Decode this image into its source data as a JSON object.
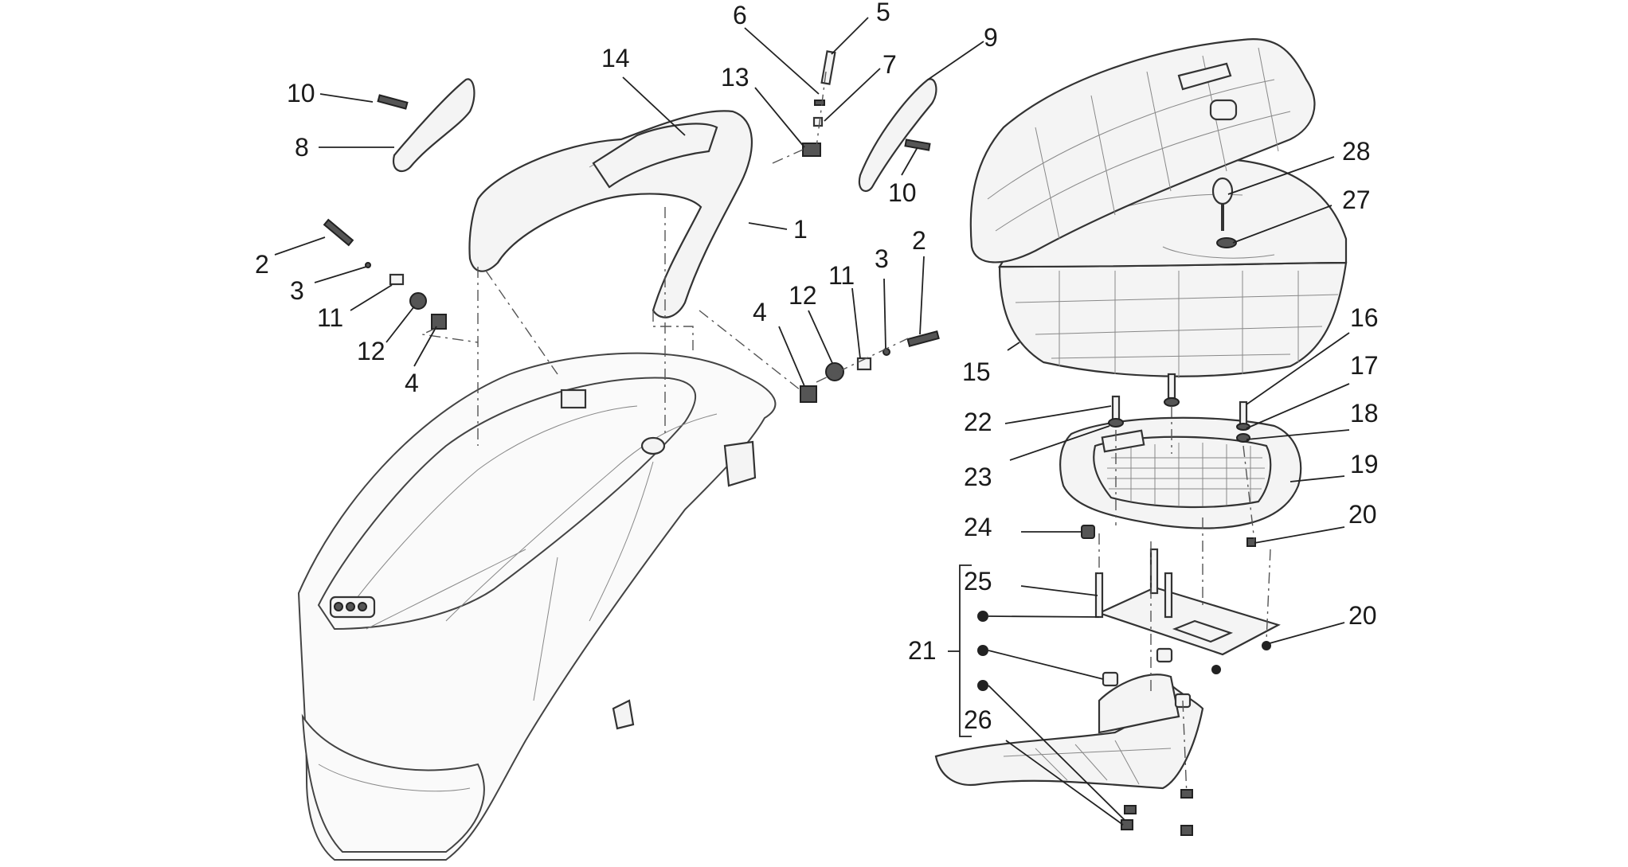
{
  "diagram": {
    "background": "#ffffff",
    "line_color": "#222222",
    "callouts": [
      {
        "id": "c-6-top",
        "text": "6"
      },
      {
        "id": "c-5-top",
        "text": "5"
      },
      {
        "id": "c-9",
        "text": "9"
      },
      {
        "id": "c-14",
        "text": "14"
      },
      {
        "id": "c-13",
        "text": "13"
      },
      {
        "id": "c-7",
        "text": "7"
      },
      {
        "id": "c-10-left",
        "text": "10"
      },
      {
        "id": "c-8",
        "text": "8"
      },
      {
        "id": "c-10-right",
        "text": "10"
      },
      {
        "id": "c-28",
        "text": "28"
      },
      {
        "id": "c-27",
        "text": "27"
      },
      {
        "id": "c-1",
        "text": "1"
      },
      {
        "id": "c-2-left",
        "text": "2"
      },
      {
        "id": "c-3-left",
        "text": "3"
      },
      {
        "id": "c-11-left",
        "text": "11"
      },
      {
        "id": "c-12-left",
        "text": "12"
      },
      {
        "id": "c-4-left",
        "text": "4"
      },
      {
        "id": "c-2-right",
        "text": "2"
      },
      {
        "id": "c-3-right",
        "text": "3"
      },
      {
        "id": "c-11-right",
        "text": "11"
      },
      {
        "id": "c-12-right",
        "text": "12"
      },
      {
        "id": "c-4-right",
        "text": "4"
      },
      {
        "id": "c-15",
        "text": "15"
      },
      {
        "id": "c-16",
        "text": "16"
      },
      {
        "id": "c-17",
        "text": "17"
      },
      {
        "id": "c-18",
        "text": "18"
      },
      {
        "id": "c-19",
        "text": "19"
      },
      {
        "id": "c-20-top",
        "text": "20"
      },
      {
        "id": "c-22",
        "text": "22"
      },
      {
        "id": "c-23",
        "text": "23"
      },
      {
        "id": "c-24",
        "text": "24"
      },
      {
        "id": "c-25",
        "text": "25"
      },
      {
        "id": "c-21",
        "text": "21"
      },
      {
        "id": "c-20-bottom",
        "text": "20"
      },
      {
        "id": "c-26",
        "text": "26"
      }
    ]
  }
}
